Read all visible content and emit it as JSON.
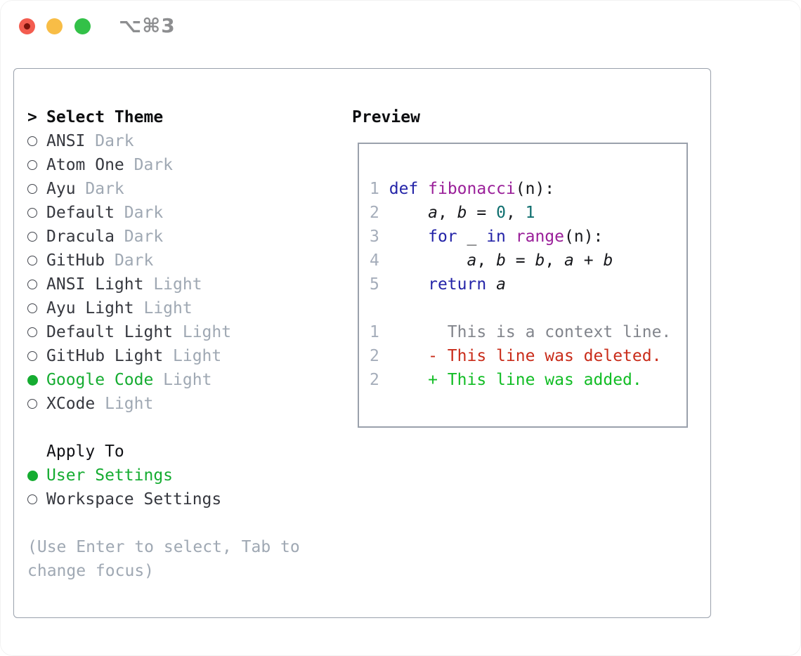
{
  "window": {
    "title": "⌥⌘3",
    "traffic_lights": [
      {
        "name": "close",
        "color": "#f35c4f",
        "dot_color": "#7d130b"
      },
      {
        "name": "minimize",
        "color": "#f8bd46"
      },
      {
        "name": "zoom",
        "color": "#33c148"
      }
    ]
  },
  "left_panel": {
    "header": {
      "marker": ">",
      "label": "Select Theme"
    },
    "themes": [
      {
        "name": "ANSI",
        "variant": "Dark",
        "selected": false
      },
      {
        "name": "Atom One",
        "variant": "Dark",
        "selected": false
      },
      {
        "name": "Ayu",
        "variant": "Dark",
        "selected": false
      },
      {
        "name": "Default",
        "variant": "Dark",
        "selected": false
      },
      {
        "name": "Dracula",
        "variant": "Dark",
        "selected": false
      },
      {
        "name": "GitHub",
        "variant": "Dark",
        "selected": false
      },
      {
        "name": "ANSI Light",
        "variant": "Light",
        "selected": false
      },
      {
        "name": "Ayu Light",
        "variant": "Light",
        "selected": false
      },
      {
        "name": "Default Light",
        "variant": "Light",
        "selected": false
      },
      {
        "name": "GitHub Light",
        "variant": "Light",
        "selected": false
      },
      {
        "name": "Google Code",
        "variant": "Light",
        "selected": true
      },
      {
        "name": "XCode",
        "variant": "Light",
        "selected": false
      }
    ],
    "apply_to": {
      "label": "Apply To",
      "options": [
        {
          "name": "User Settings",
          "selected": true
        },
        {
          "name": "Workspace Settings",
          "selected": false
        }
      ]
    },
    "footer_lines": [
      "(Use Enter to select, Tab to",
      "change focus)"
    ]
  },
  "preview": {
    "header": "Preview",
    "code_lines": [
      {
        "num": "1",
        "tokens": [
          [
            "kw",
            "def"
          ],
          [
            "pl",
            " "
          ],
          [
            "fn",
            "fibonacci"
          ],
          [
            "pl",
            "(n):"
          ]
        ]
      },
      {
        "num": "2",
        "tokens": [
          [
            "pl",
            "    "
          ],
          [
            "var",
            "a"
          ],
          [
            "pl",
            ", "
          ],
          [
            "var",
            "b"
          ],
          [
            "pl",
            " = "
          ],
          [
            "lit",
            "0"
          ],
          [
            "pl",
            ", "
          ],
          [
            "lit",
            "1"
          ]
        ]
      },
      {
        "num": "3",
        "tokens": [
          [
            "pl",
            "    "
          ],
          [
            "kw",
            "for"
          ],
          [
            "pl",
            " _ "
          ],
          [
            "kw",
            "in"
          ],
          [
            "pl",
            " "
          ],
          [
            "fn",
            "range"
          ],
          [
            "pl",
            "(n):"
          ]
        ]
      },
      {
        "num": "4",
        "tokens": [
          [
            "pl",
            "        "
          ],
          [
            "var",
            "a"
          ],
          [
            "pl",
            ", "
          ],
          [
            "var",
            "b"
          ],
          [
            "pl",
            " = "
          ],
          [
            "var",
            "b"
          ],
          [
            "pl",
            ", "
          ],
          [
            "var",
            "a"
          ],
          [
            "pl",
            " + "
          ],
          [
            "var",
            "b"
          ]
        ]
      },
      {
        "num": "5",
        "tokens": [
          [
            "pl",
            "    "
          ],
          [
            "kw",
            "return"
          ],
          [
            "pl",
            " "
          ],
          [
            "var",
            "a"
          ]
        ]
      }
    ],
    "diff_lines": [
      {
        "num": "1",
        "indent": "       ",
        "text": "This is a context line.",
        "type": "context"
      },
      {
        "num": "2",
        "indent": "     ",
        "text": "- This line was deleted.",
        "type": "deleted"
      },
      {
        "num": "2",
        "indent": "     ",
        "text": "+ This line was added.",
        "type": "added"
      }
    ]
  },
  "colors": {
    "selection_green": "#15ac31",
    "added_green": "#12bd25",
    "deleted_red": "#c92c1a",
    "context_gray": "#82858c",
    "keyword_blue": "#2424a8",
    "function_purple": "#9a1f99",
    "literal_teal": "#0e6e6e",
    "line_number_gray": "#a5adba",
    "muted_text": "#9fa8b3",
    "panel_border": "#9aa1ac"
  }
}
